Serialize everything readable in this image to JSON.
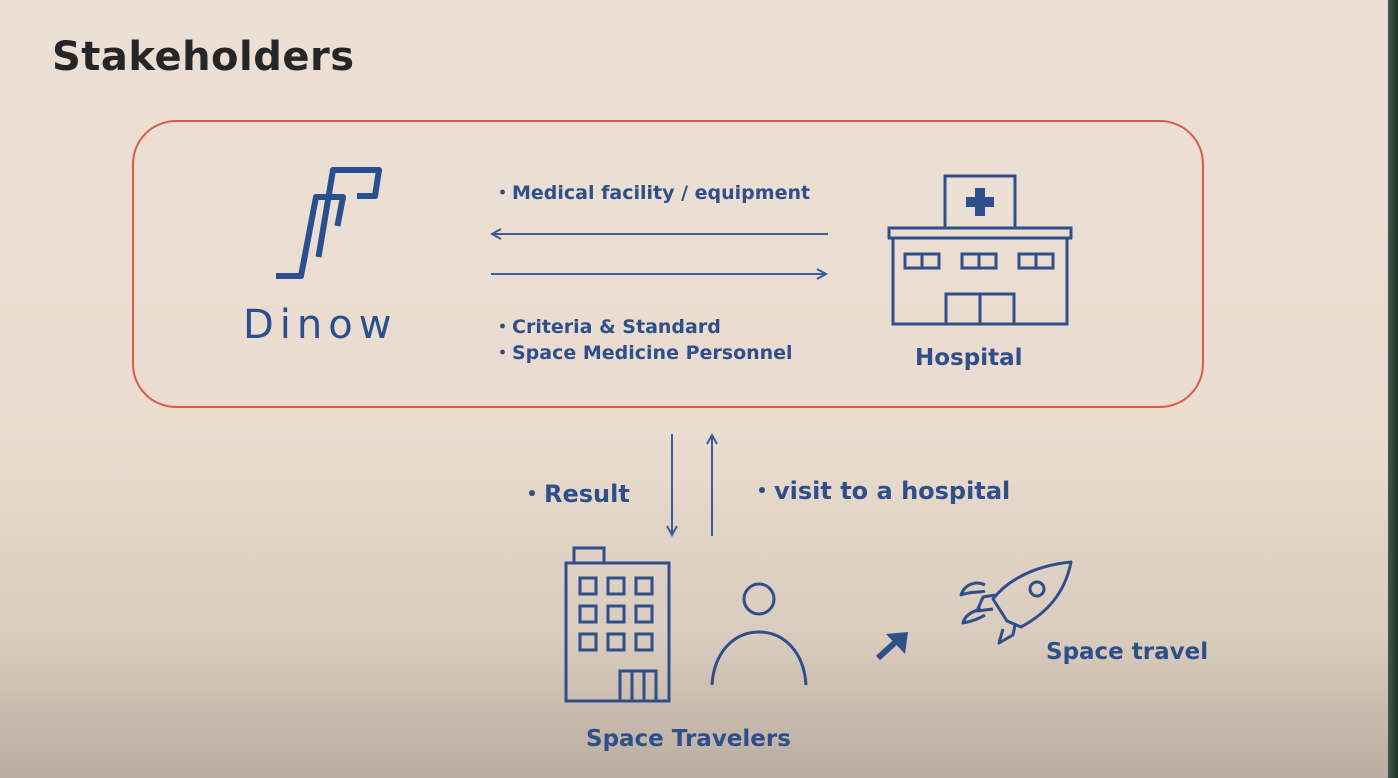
{
  "slide": {
    "title": "Stakeholders"
  },
  "dinow": {
    "logo_text": "Dinow"
  },
  "exchange": {
    "top_item": "・Medical facility / equipment",
    "bottom_items": [
      "・Criteria & Standard",
      "・Space Medicine Personnel"
    ]
  },
  "hospital": {
    "label": "Hospital"
  },
  "flows": {
    "down_label": "・Result",
    "up_label": "・visit to a hospital"
  },
  "travelers": {
    "label": "Space Travelers"
  },
  "destination": {
    "label": "Space travel"
  },
  "colors": {
    "accent_blue": "#2f4f8a",
    "frame_red": "#d75b4b"
  }
}
